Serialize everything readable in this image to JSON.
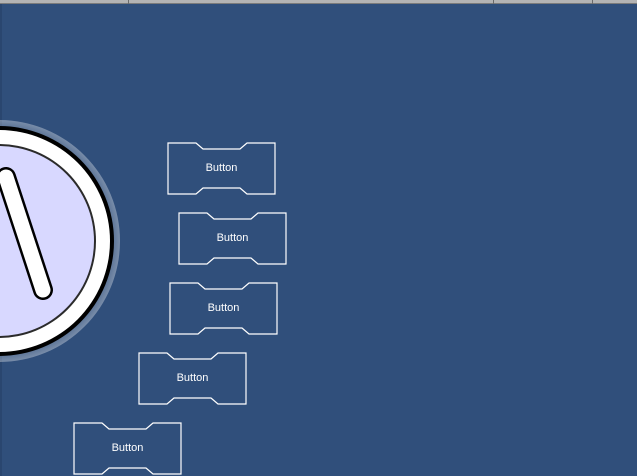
{
  "buttons": [
    {
      "label": "Button"
    },
    {
      "label": "Button"
    },
    {
      "label": "Button"
    },
    {
      "label": "Button"
    },
    {
      "label": "Button"
    }
  ],
  "dial": {
    "icon": "dial-knob-icon"
  },
  "colors": {
    "background": "#304f7b",
    "button_outline": "#ffffff",
    "button_text": "#ffffff",
    "dial_face": "#d8d8ff",
    "dial_ring": "#ffffff",
    "dial_outline": "#000000"
  }
}
